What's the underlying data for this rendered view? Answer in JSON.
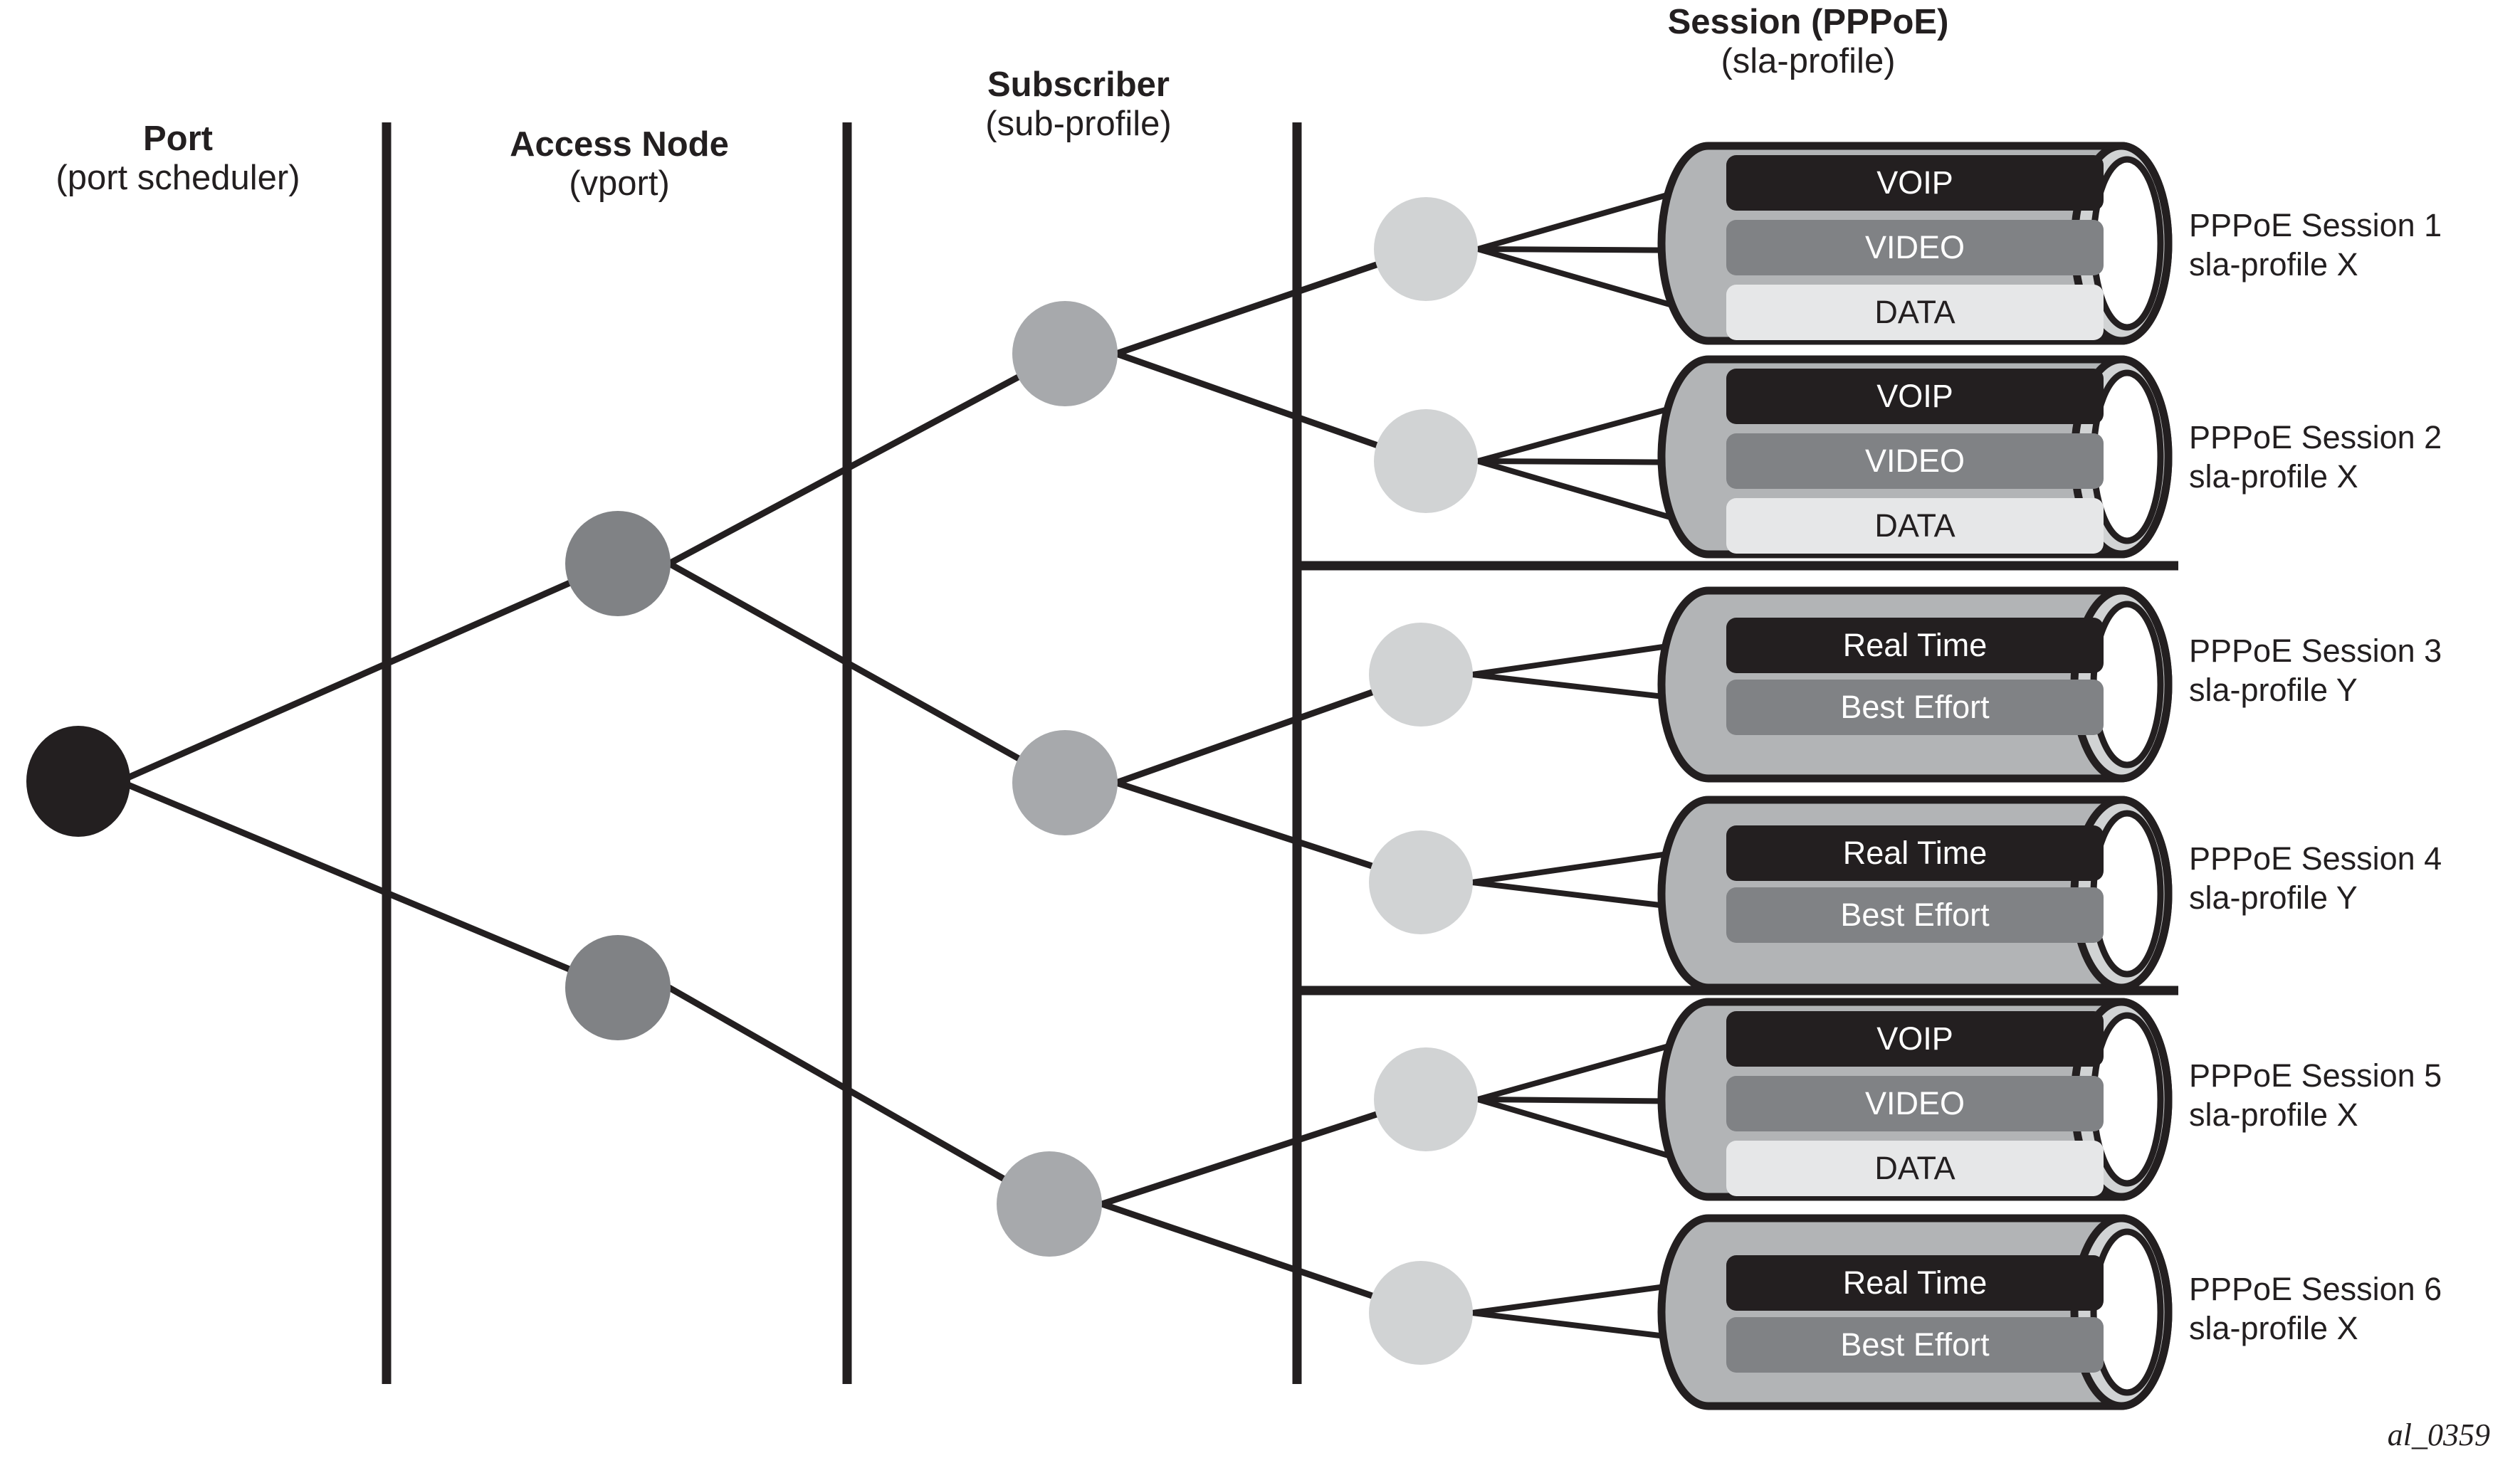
{
  "figure": {
    "id_label": "al_0359",
    "background": "#ffffff",
    "line_color": "#231f20"
  },
  "columns": [
    {
      "title": "Port",
      "subtitle": "(port scheduler)"
    },
    {
      "title": "Access Node",
      "subtitle": "(vport)"
    },
    {
      "title": "Subscriber",
      "subtitle": "(sub-profile)"
    },
    {
      "title": "Session (PPPoE)",
      "subtitle": "(sla-profile)"
    }
  ],
  "node_colors": {
    "port": "#231f20",
    "access_node": "#808285",
    "subscriber": "#a7a9ac",
    "session": "#d1d3d4"
  },
  "queue_colors": {
    "voip": "#231f20",
    "video": "#808285",
    "data": "#e6e7e8",
    "real_time": "#231f20",
    "best_effort": "#808285",
    "cylinder_body": "#b2b4b6",
    "cylinder_cap": "#d1d3d4"
  },
  "queue_text_colors": {
    "voip": "#ffffff",
    "video": "#ffffff",
    "data": "#231f20",
    "real_time": "#ffffff",
    "best_effort": "#ffffff"
  },
  "sessions": [
    {
      "number": "1",
      "name": "PPPoE Session 1",
      "profile": "sla-profile X",
      "queues": [
        {
          "label": "VOIP",
          "key": "voip"
        },
        {
          "label": "VIDEO",
          "key": "video"
        },
        {
          "label": "DATA",
          "key": "data"
        }
      ]
    },
    {
      "number": "2",
      "name": "PPPoE Session 2",
      "profile": "sla-profile X",
      "queues": [
        {
          "label": "VOIP",
          "key": "voip"
        },
        {
          "label": "VIDEO",
          "key": "video"
        },
        {
          "label": "DATA",
          "key": "data"
        }
      ]
    },
    {
      "number": "3",
      "name": "PPPoE Session 3",
      "profile": "sla-profile Y",
      "queues": [
        {
          "label": "Real Time",
          "key": "real_time"
        },
        {
          "label": "Best Effort",
          "key": "best_effort"
        }
      ]
    },
    {
      "number": "4",
      "name": "PPPoE Session 4",
      "profile": "sla-profile Y",
      "queues": [
        {
          "label": "Real Time",
          "key": "real_time"
        },
        {
          "label": "Best Effort",
          "key": "best_effort"
        }
      ]
    },
    {
      "number": "5",
      "name": "PPPoE Session 5",
      "profile": "sla-profile X",
      "queues": [
        {
          "label": "VOIP",
          "key": "voip"
        },
        {
          "label": "VIDEO",
          "key": "video"
        },
        {
          "label": "DATA",
          "key": "data"
        }
      ]
    },
    {
      "number": "6",
      "name": "PPPoE Session 6",
      "profile": "sla-profile X",
      "queues": [
        {
          "label": "Real Time",
          "key": "real_time"
        },
        {
          "label": "Best Effort",
          "key": "best_effort"
        }
      ]
    }
  ],
  "nodes": {
    "port": [
      {
        "name": "port-scheduler-node"
      }
    ],
    "access_node": [
      {
        "name": "vport-node-1"
      },
      {
        "name": "vport-node-2"
      }
    ],
    "subscriber": [
      {
        "name": "sub-profile-node-1"
      },
      {
        "name": "sub-profile-node-2"
      },
      {
        "name": "sub-profile-node-3"
      }
    ],
    "session": [
      {
        "name": "session-node-1"
      },
      {
        "name": "session-node-2"
      },
      {
        "name": "session-node-3"
      },
      {
        "name": "session-node-4"
      },
      {
        "name": "session-node-5"
      },
      {
        "name": "session-node-6"
      }
    ]
  },
  "hierarchy": {
    "port_to_access": [
      [
        0,
        0
      ],
      [
        0,
        1
      ]
    ],
    "access_to_subscriber": [
      [
        0,
        0
      ],
      [
        0,
        1
      ],
      [
        1,
        2
      ]
    ],
    "subscriber_to_session": [
      [
        0,
        0
      ],
      [
        0,
        1
      ],
      [
        1,
        2
      ],
      [
        1,
        3
      ],
      [
        2,
        4
      ],
      [
        2,
        5
      ]
    ]
  }
}
